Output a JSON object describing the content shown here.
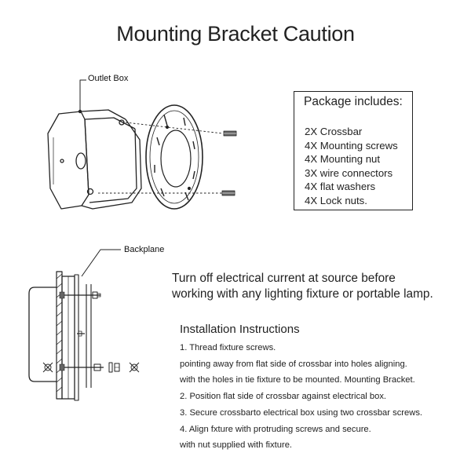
{
  "title": "Mounting Bracket Caution",
  "labels": {
    "outlet_box": "Outlet Box",
    "backplane": "Backplane"
  },
  "package": {
    "title": "Package includes:",
    "items": [
      "2X Crossbar",
      "4X Mounting screws",
      "4X Mounting nut",
      "3X wire connectors",
      "4X flat washers",
      "4X Lock nuts."
    ]
  },
  "caution": {
    "line1": "Turn off electrical current at source before",
    "line2": "working with any lighting fixture or portable lamp."
  },
  "installation": {
    "title": "Installation Instructions",
    "steps": [
      "1. Thread fixture screws.",
      "pointing away from flat side of crossbar into holes aligning.",
      "with the holes in tie fixture to be mounted. Mounting Bracket.",
      "2. Position flat side of crossbar against electrical box.",
      "3. Secure crossbarto electrical box using two crossbar screws.",
      "4. Align fxture with protruding screws and secure.",
      "with nut supplied with fixture."
    ]
  },
  "colors": {
    "text": "#222222",
    "line": "#222222",
    "background": "#ffffff"
  }
}
